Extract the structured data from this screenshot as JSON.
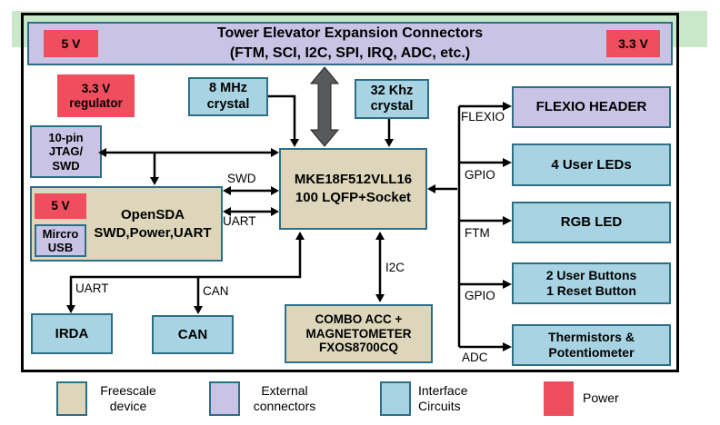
{
  "colors": {
    "freescale_tan": "#ddd6ba",
    "external_lavender": "#c9c3e5",
    "interface_blue": "#a8d3e2",
    "power_red": "#ee4e5d",
    "border_teal": "#2d6f87",
    "bg_green": "#c9e8ca",
    "line_black": "#000000",
    "arrow_gray": "#58595b"
  },
  "banner": {
    "line1": "Tower Elevator Expansion Connectors",
    "line2": "(FTM, SCI, I2C, SPI, IRQ, ADC, etc.)",
    "left_power": "5 V",
    "right_power": "3.3 V"
  },
  "blocks": {
    "regulator": "3.3 V\nregulator",
    "crystal_8mhz": "8 MHz\ncrystal",
    "crystal_32khz": "32 Khz\ncrystal",
    "jtag": "10-pin\nJTAG/\nSWD",
    "opensda_power": "5 V",
    "opensda_usb": "Mircro\nUSB",
    "opensda_title": "OpenSDA\nSWD,Power,UART",
    "mcu": "MKE18F512VLL16\n100 LQFP+Socket",
    "combo": "COMBO ACC +\nMAGNETOMETER\nFXOS8700CQ",
    "irda": "IRDA",
    "can": "CAN",
    "flexio_header": "FLEXIO HEADER",
    "user_leds": "4 User LEDs",
    "rgb_led": "RGB LED",
    "buttons": "2 User Buttons\n1 Reset Button",
    "thermistors": "Thermistors &\nPotentiometer"
  },
  "bus_labels": {
    "swd": "SWD",
    "uart_mcu": "UART",
    "uart_irda": "UART",
    "can": "CAN",
    "i2c": "I2C",
    "flexio": "FLEXIO",
    "gpio_leds": "GPIO",
    "ftm": "FTM",
    "gpio_buttons": "GPIO",
    "adc": "ADC"
  },
  "legend": [
    {
      "label": "Freescale\ndevice"
    },
    {
      "label": "External\nconnectors"
    },
    {
      "label": "Interface\nCircuits"
    },
    {
      "label": "Power"
    }
  ]
}
